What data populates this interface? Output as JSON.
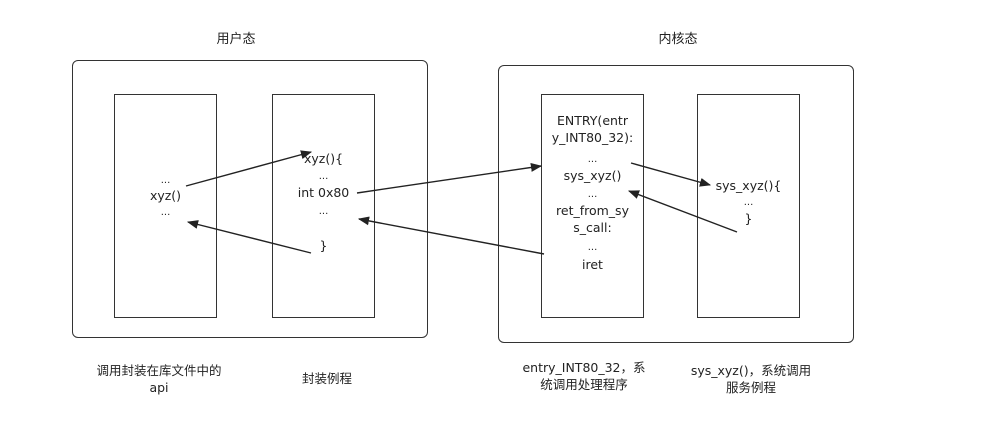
{
  "regions": {
    "user_mode": "用户态",
    "kernel_mode": "内核态"
  },
  "col_api": {
    "dots_top": "...",
    "call": "xyz()",
    "dots_bottom": "..."
  },
  "col_wrapper": {
    "func_open": "xyz(){",
    "dots_1": "...",
    "instr": "int 0x80",
    "dots_2": "...",
    "close": "}"
  },
  "col_handler": {
    "entry_line1": "ENTRY(entr",
    "entry_line2": "y_INT80_32):",
    "dots_1": "...",
    "call": "sys_xyz()",
    "dots_2": "...",
    "ret_line1": "ret_from_sy",
    "ret_line2": "s_call:",
    "dots_3": "...",
    "iret": "iret"
  },
  "col_service": {
    "func_open": "sys_xyz(){",
    "dots": "...",
    "close": "}"
  },
  "captions": {
    "api_line1": "调用封装在库文件中的",
    "api_line2": "api",
    "wrapper": "封装例程",
    "handler_line1": "entry_INT80_32，系",
    "handler_line2": "统调用处理程序",
    "service_line1": "sys_xyz()，系统调用",
    "service_line2": "服务例程"
  }
}
